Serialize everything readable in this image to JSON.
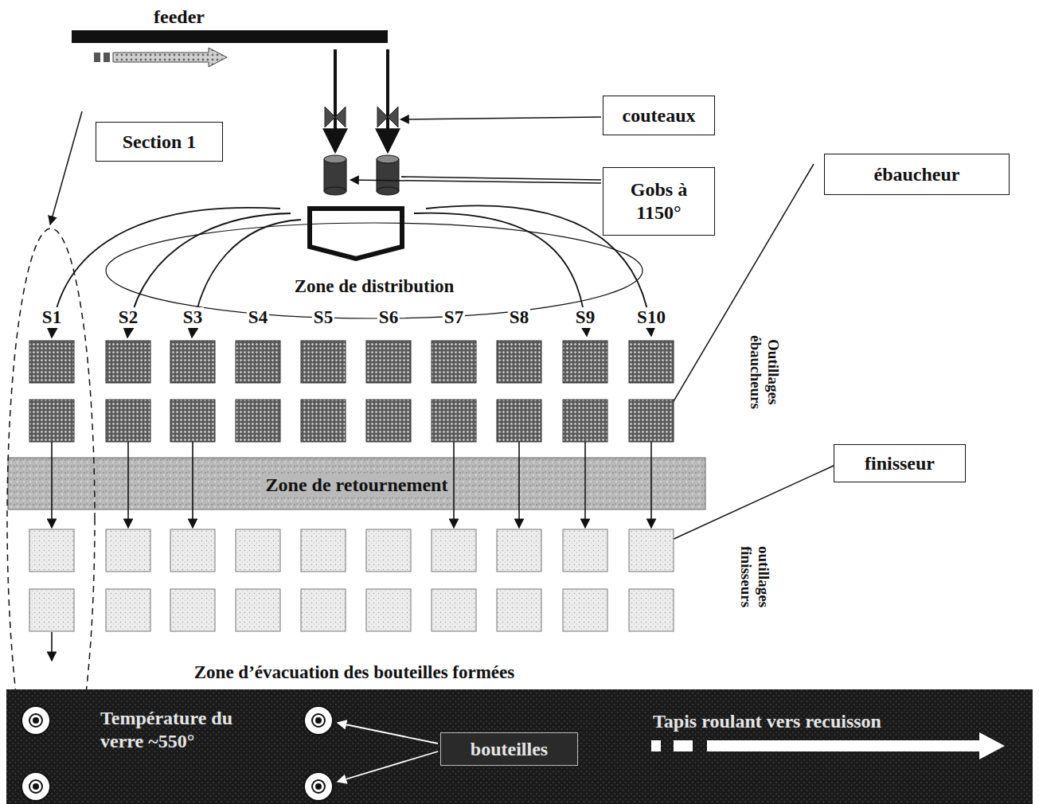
{
  "diagram": {
    "nodes": [
      {
        "text": [
          "couteaux"
        ]
      },
      {
        "text": [
          "Section 1"
        ]
      },
      {
        "text": [
          "Gobs à 1150°"
        ]
      },
      {
        "text": [
          "ébaucheur"
        ]
      },
      {
        "text": [
          "Zone de distribution"
        ]
      },
      {
        "text": [
          "finisseur"
        ]
      },
      {
        "text": [
          "Zone de retournement"
        ]
      },
      {
        "text": [
          "Température du verre ~550°",
          "Tapis roulant vers recuisson"
        ]
      },
      {
        "text": [
          "bouteilles"
        ],
        "in": 7
      }
    ],
    "labels": [
      "feeder",
      "S1",
      "S2",
      "S3",
      "S4",
      "S5",
      "S6",
      "S7",
      "S8",
      "S9",
      "S10",
      "Outillages ébaucheurs",
      "outillages finisseurs",
      "Zone d’évacuation des bouteilles formées"
    ]
  }
}
